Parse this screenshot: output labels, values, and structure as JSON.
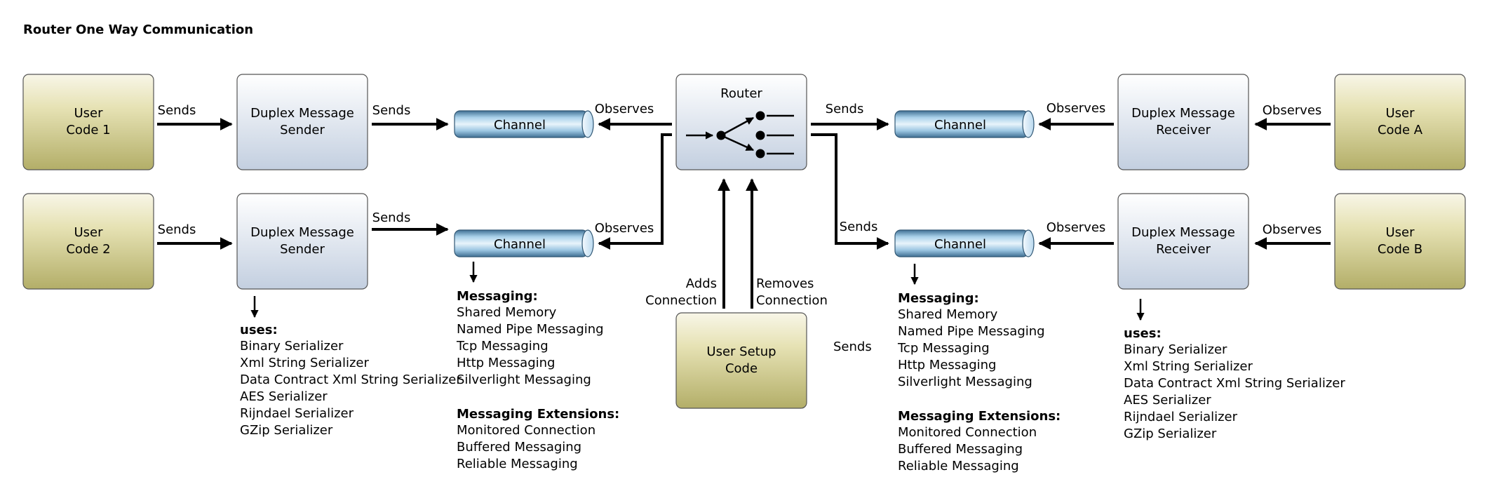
{
  "title": "Router One Way Communication",
  "nodes": {
    "user_code_1": [
      "User",
      "Code 1"
    ],
    "user_code_2": [
      "User",
      "Code 2"
    ],
    "sender_1": [
      "Duplex Message",
      "Sender"
    ],
    "sender_2": [
      "Duplex Message",
      "Sender"
    ],
    "channel_left_1": "Channel",
    "channel_left_2": "Channel",
    "router": "Router",
    "channel_right_1": "Channel",
    "channel_right_2": "Channel",
    "receiver_a": [
      "Duplex Message",
      "Receiver"
    ],
    "receiver_b": [
      "Duplex Message",
      "Receiver"
    ],
    "user_code_a": [
      "User",
      "Code A"
    ],
    "user_code_b": [
      "User",
      "Code B"
    ],
    "user_setup": [
      "User Setup",
      "Code"
    ]
  },
  "edges": {
    "sends_1": "Sends",
    "sends_2": "Sends",
    "sends_3": "Sends",
    "sends_4": "Sends",
    "observes_left_1": "Observes",
    "observes_left_2": "Observes",
    "sends_router_1": "Sends",
    "sends_router_2": "Sends",
    "observes_right_1": "Observes",
    "observes_right_2": "Observes",
    "observes_user_a": "Observes",
    "observes_user_b": "Observes",
    "adds_connection": [
      "Adds",
      "Connection"
    ],
    "removes_connection": [
      "Removes",
      "Connection"
    ],
    "sends_setup": "Sends"
  },
  "lists": {
    "serializers_left": {
      "heading": "uses:",
      "items": [
        "Binary Serializer",
        "Xml String Serializer",
        "Data Contract Xml String Serializer",
        "AES Serializer",
        "Rijndael Serializer",
        "GZip Serializer"
      ]
    },
    "messaging_left": {
      "heading": "Messaging:",
      "items": [
        "Shared Memory",
        "Named Pipe Messaging",
        "Tcp Messaging",
        "Http Messaging",
        "Silverlight Messaging"
      ],
      "ext_heading": "Messaging Extensions:",
      "ext_items": [
        "Monitored Connection",
        "Buffered Messaging",
        "Reliable Messaging"
      ]
    },
    "messaging_right": {
      "heading": "Messaging:",
      "items": [
        "Shared Memory",
        "Named Pipe Messaging",
        "Tcp Messaging",
        "Http Messaging",
        "Silverlight Messaging"
      ],
      "ext_heading": "Messaging Extensions:",
      "ext_items": [
        "Monitored Connection",
        "Buffered Messaging",
        "Reliable Messaging"
      ]
    },
    "serializers_right": {
      "heading": "uses:",
      "items": [
        "Binary Serializer",
        "Xml String Serializer",
        "Data Contract Xml String Serializer",
        "AES Serializer",
        "Rijndael Serializer",
        "GZip Serializer"
      ]
    }
  },
  "colors": {
    "user_box_top": "#f7f5e6",
    "user_box_bottom": "#b5b16b",
    "blue_box_top": "#ffffff",
    "blue_box_bottom": "#c8d3e2",
    "channel_light": "#e8f4fb",
    "channel_dark": "#5b8fb3"
  }
}
